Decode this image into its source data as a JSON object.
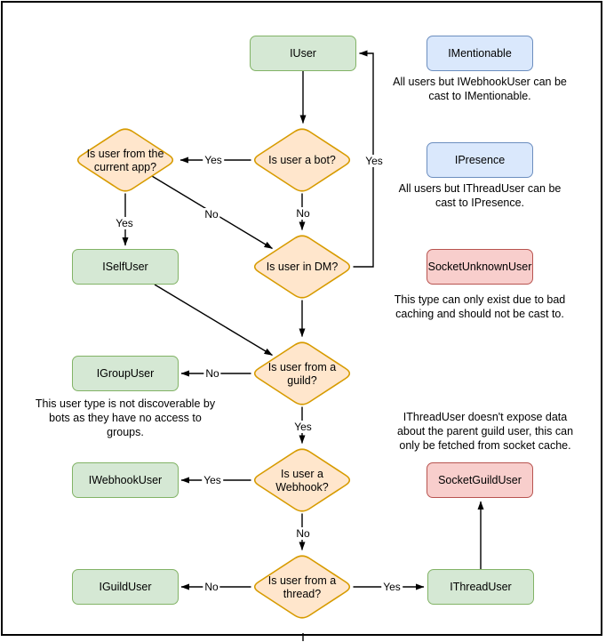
{
  "palette": {
    "green_fill": "#d5e8d4",
    "green_stroke": "#82b366",
    "blue_fill": "#dae8fc",
    "blue_stroke": "#6c8ebf",
    "red_fill": "#f8cecc",
    "red_stroke": "#b85450",
    "orange_fill": "#ffe6cc",
    "orange_stroke": "#d79b00",
    "line_color": "#000000",
    "text_color": "#000000",
    "background": "#ffffff"
  },
  "nodes": {
    "iuser": {
      "label": "IUser"
    },
    "imentionable": {
      "label": "IMentionable"
    },
    "ipresence": {
      "label": "IPresence"
    },
    "iselfuser": {
      "label": "ISelfUser"
    },
    "socketunknownuser": {
      "label": "SocketUnknownUser"
    },
    "igroupuser": {
      "label": "IGroupUser"
    },
    "iwebhookuser": {
      "label": "IWebhookUser"
    },
    "socketguilduser": {
      "label": "SocketGuildUser"
    },
    "iguilduser": {
      "label": "IGuildUser"
    },
    "ithreaduser": {
      "label": "IThreadUser"
    }
  },
  "decisions": {
    "is_bot": {
      "label": "Is user a bot?"
    },
    "from_current_app": {
      "label": "Is user from the\ncurrent app?"
    },
    "in_dm": {
      "label": "Is user in DM?"
    },
    "from_guild": {
      "label": "Is user from a\nguild?"
    },
    "is_webhook": {
      "label": "Is user a\nWebhook?"
    },
    "from_thread": {
      "label": "Is user from a\nthread?"
    }
  },
  "captions": {
    "imentionable": "All users but IWebhookUser can be\ncast to IMentionable.",
    "ipresence": "All users but IThreadUser can be\ncast to IPresence.",
    "socketunknownuser": "This type can only exist due to bad\ncaching and should not be cast to.",
    "igroupuser": "This user type is not discoverable by\nbots as they have no access to\ngroups.",
    "socketguilduser": "IThreadUser doesn't expose data\nabout the parent guild user, this can\nonly be fetched from socket cache."
  },
  "edges": {
    "bot_to_app": {
      "label": "Yes"
    },
    "bot_to_dm": {
      "label": "No"
    },
    "dm_to_iuser": {
      "label": "Yes"
    },
    "app_to_dm": {
      "label": "No"
    },
    "app_to_iselfuser": {
      "label": "Yes"
    },
    "guild_to_igroupuser": {
      "label": "No"
    },
    "guild_to_webhook": {
      "label": "Yes"
    },
    "webhook_to_iwebhookuser": {
      "label": "Yes"
    },
    "webhook_to_thread": {
      "label": "No"
    },
    "thread_to_iguilduser": {
      "label": "No"
    },
    "thread_to_ithreaduser": {
      "label": "Yes"
    }
  }
}
